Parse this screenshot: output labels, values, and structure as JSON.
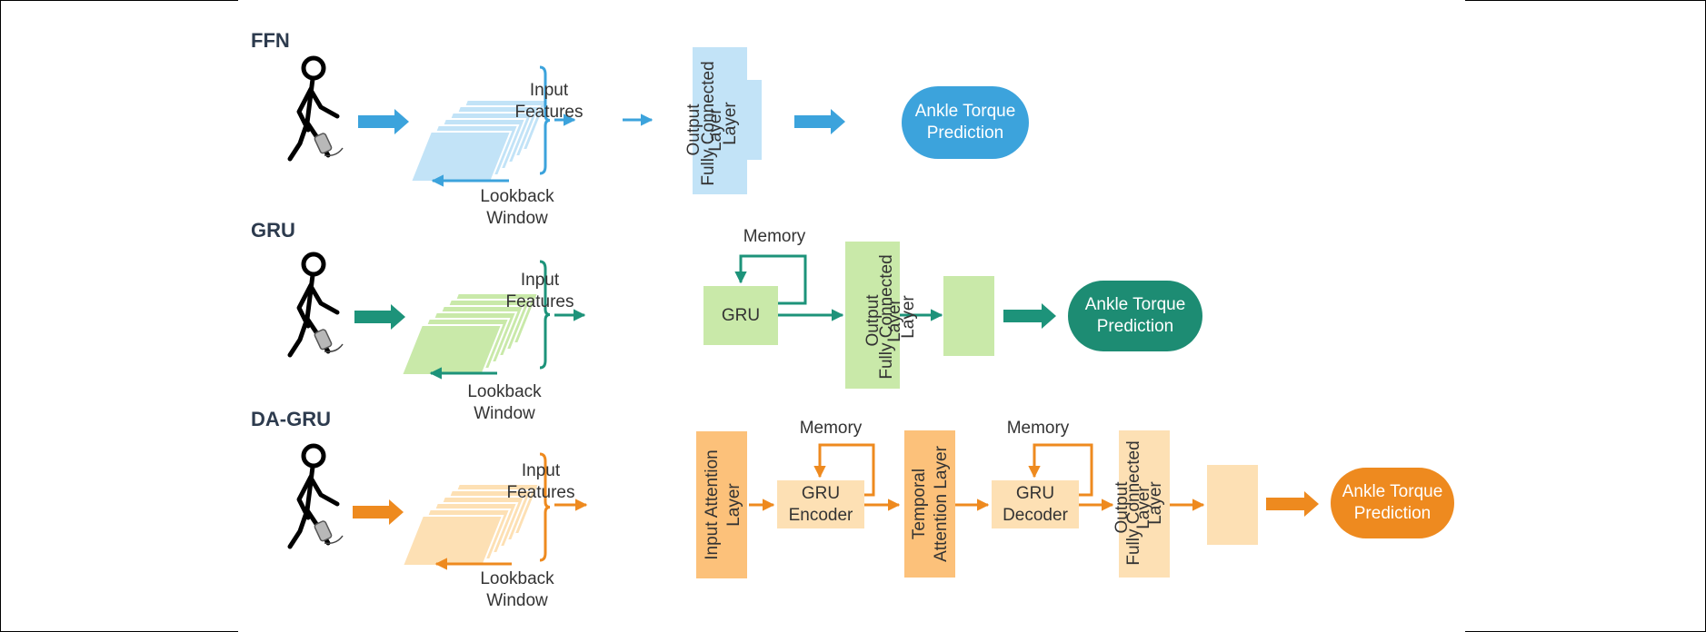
{
  "colors": {
    "ffn_accent": "#3ca3dc",
    "ffn_fill": "#c2e3f7",
    "ffn_pill": "#3ca3dc",
    "gru_accent": "#1d937a",
    "gru_fill": "#c9e9a9",
    "gru_pill": "#1d8c73",
    "dagru_accent": "#ee8a1f",
    "dagru_fill": "#fde0b4",
    "dagru_dark_fill": "#fcc17a",
    "dagru_pill": "#ee8a1f"
  },
  "rows": {
    "ffn": {
      "label": "FFN",
      "input_features": "Input\nFeatures",
      "lookback": "Lookback\nWindow",
      "fc_layer": "Fully Connected\nLayer",
      "output_layer": "Output\nLayer",
      "prediction": "Ankle Torque\nPrediction"
    },
    "gru": {
      "label": "GRU",
      "input_features": "Input\nFeatures",
      "lookback": "Lookback\nWindow",
      "memory": "Memory",
      "gru_block": "GRU",
      "fc_layer": "Fully Connected\nLayer",
      "output_layer": "Output\nLayer",
      "prediction": "Ankle Torque\nPrediction"
    },
    "dagru": {
      "label": "DA-GRU",
      "input_features": "Input\nFeatures",
      "lookback": "Lookback\nWindow",
      "input_attention": "Input Attention\nLayer",
      "memory_encoder": "Memory",
      "gru_encoder": "GRU\nEncoder",
      "temporal_attention": "Temporal\nAttention Layer",
      "memory_decoder": "Memory",
      "gru_decoder": "GRU\nDecoder",
      "fc_layer": "Fully Connected\nLayer",
      "output_layer": "Output\nLayer",
      "prediction": "Ankle Torque\nPrediction"
    }
  },
  "icons": [
    "walking-person-icon",
    "ankle-exoskeleton-icon",
    "block-arrow-icon",
    "bracket-icon",
    "memory-loop-arrow-icon"
  ]
}
